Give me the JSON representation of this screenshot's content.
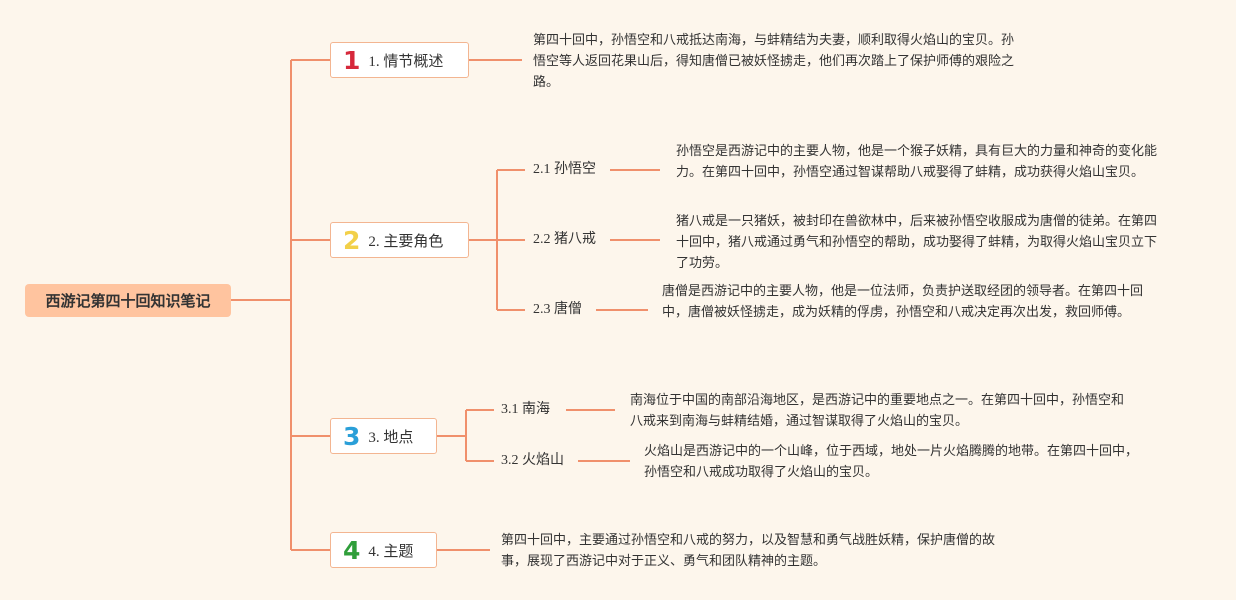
{
  "root": {
    "title": "西游记第四十回知识笔记"
  },
  "branches": [
    {
      "number": "1",
      "label": "1. 情节概述",
      "badge_color": "#d6283b",
      "description": "第四十回中，孙悟空和八戒抵达南海，与蚌精结为夫妻，顺利取得火焰山的宝贝。孙悟空等人返回花果山后，得知唐僧已被妖怪掳走，他们再次踏上了保护师傅的艰险之路。"
    },
    {
      "number": "2",
      "label": "2. 主要角色",
      "badge_color": "#f2d049",
      "children": [
        {
          "label": "2.1 孙悟空",
          "description": "孙悟空是西游记中的主要人物，他是一个猴子妖精，具有巨大的力量和神奇的变化能力。在第四十回中，孙悟空通过智谋帮助八戒娶得了蚌精，成功获得火焰山宝贝。"
        },
        {
          "label": "2.2 猪八戒",
          "description": "猪八戒是一只猪妖，被封印在兽欲林中，后来被孙悟空收服成为唐僧的徒弟。在第四十回中，猪八戒通过勇气和孙悟空的帮助，成功娶得了蚌精，为取得火焰山宝贝立下了功劳。"
        },
        {
          "label": "2.3 唐僧",
          "description": "唐僧是西游记中的主要人物，他是一位法师，负责护送取经团的领导者。在第四十回中，唐僧被妖怪掳走，成为妖精的俘虏，孙悟空和八戒决定再次出发，救回师傅。"
        }
      ]
    },
    {
      "number": "3",
      "label": "3. 地点",
      "badge_color": "#2a9fd8",
      "children": [
        {
          "label": "3.1 南海",
          "description": "南海位于中国的南部沿海地区，是西游记中的重要地点之一。在第四十回中，孙悟空和八戒来到南海与蚌精结婚，通过智谋取得了火焰山的宝贝。"
        },
        {
          "label": "3.2 火焰山",
          "description": "火焰山是西游记中的一个山峰，位于西域，地处一片火焰腾腾的地带。在第四十回中，孙悟空和八戒成功取得了火焰山的宝贝。"
        }
      ]
    },
    {
      "number": "4",
      "label": "4. 主题",
      "badge_color": "#2f9e3a",
      "description": "第四十回中，主要通过孙悟空和八戒的努力，以及智慧和勇气战胜妖精，保护唐僧的故事，展现了西游记中对于正义、勇气和团队精神的主题。"
    }
  ],
  "colors": {
    "background": "#fdf6ec",
    "connector": "#f0906c",
    "root_fill": "#ffc49f",
    "node_border": "#f3b591"
  }
}
